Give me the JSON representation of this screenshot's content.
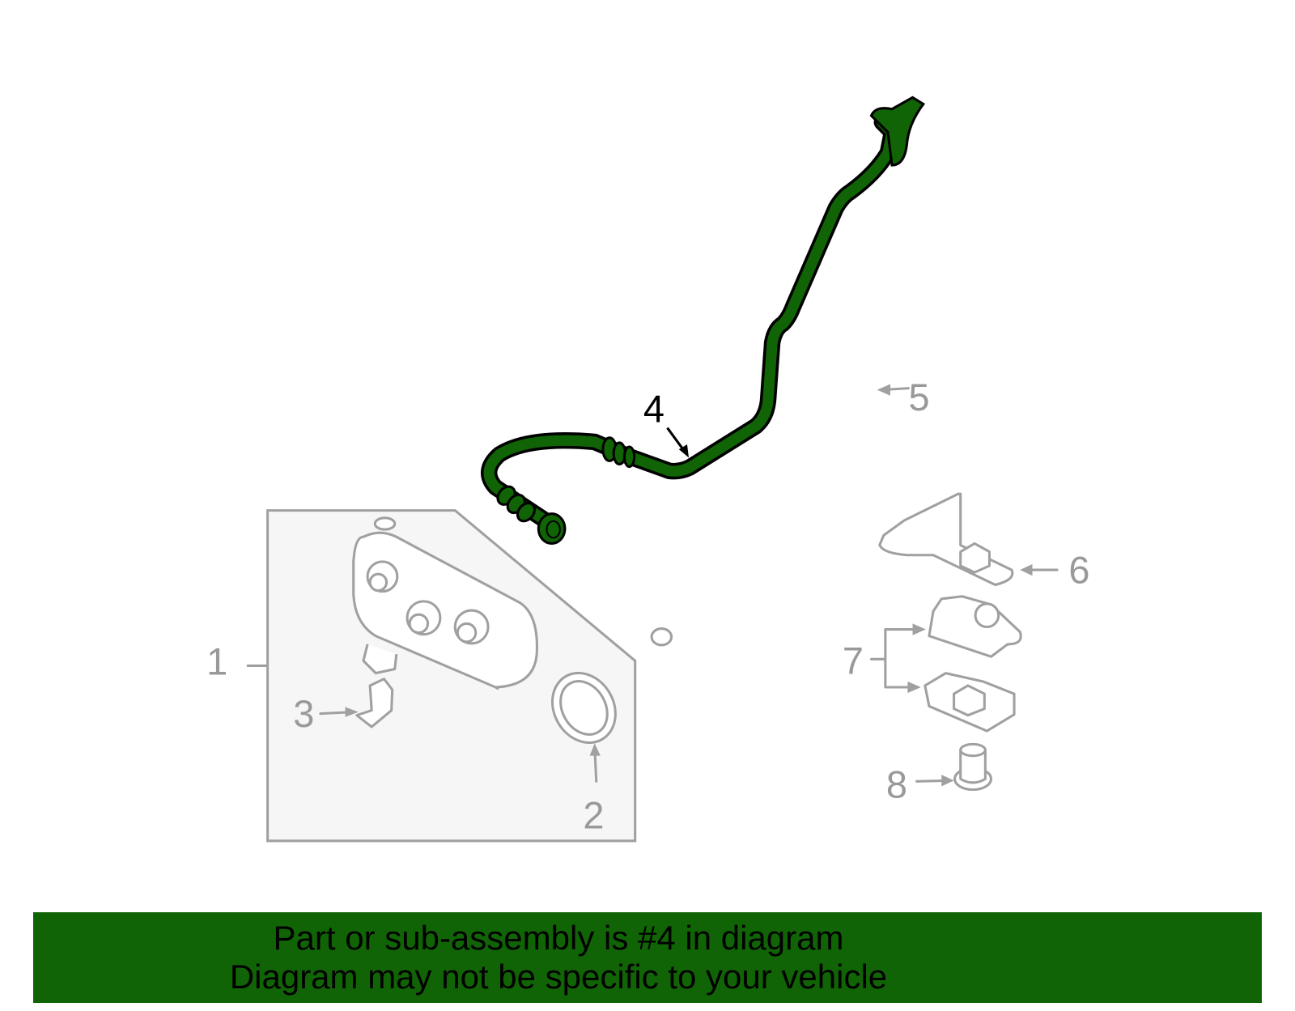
{
  "diagram": {
    "callouts": [
      "1",
      "2",
      "3",
      "4",
      "5",
      "6",
      "7",
      "8"
    ],
    "highlighted_part": "4",
    "highlight_color": "#116405",
    "line_color": "#a0a0a0"
  },
  "banner": {
    "line1": "Part or sub-assembly is #4 in diagram",
    "line2": "Diagram may not be specific to your vehicle",
    "background": "#116405"
  }
}
